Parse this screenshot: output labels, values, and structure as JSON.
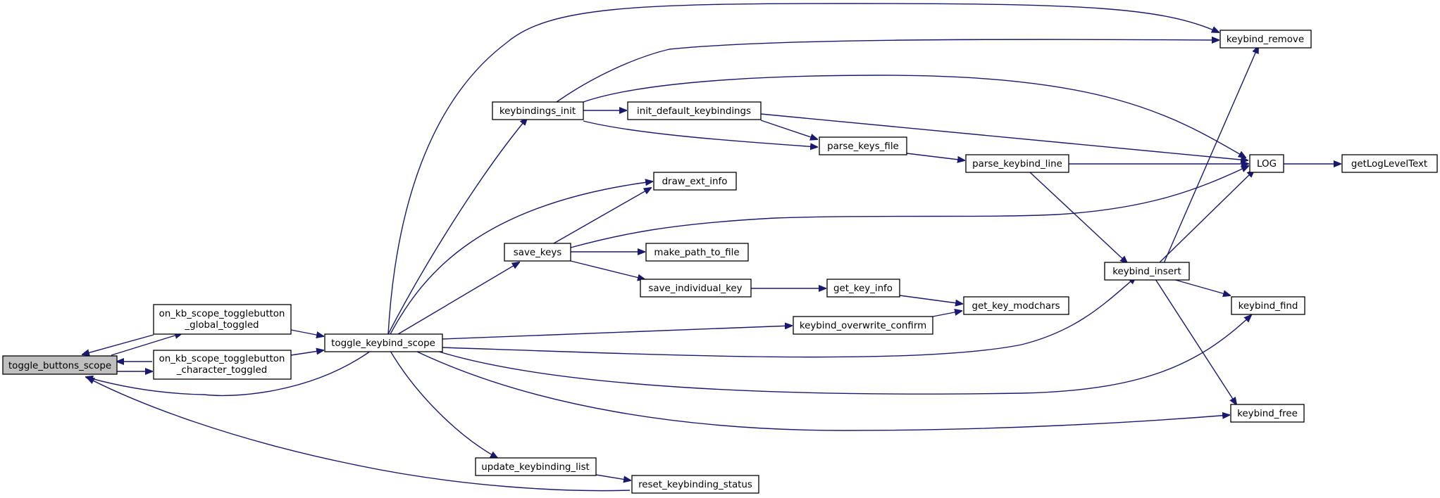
{
  "nodes": {
    "toggle_buttons_scope": "toggle_buttons_scope",
    "on_global_1": "on_kb_scope_togglebutton",
    "on_global_2": "_global_toggled",
    "on_character_1": "on_kb_scope_togglebutton",
    "on_character_2": "_character_toggled",
    "toggle_keybind_scope": "toggle_keybind_scope",
    "keybindings_init": "keybindings_init",
    "init_default_keybindings": "init_default_keybindings",
    "parse_keys_file": "parse_keys_file",
    "parse_keybind_line": "parse_keybind_line",
    "draw_ext_info": "draw_ext_info",
    "save_keys": "save_keys",
    "make_path_to_file": "make_path_to_file",
    "save_individual_key": "save_individual_key",
    "get_key_info": "get_key_info",
    "get_key_modchars": "get_key_modchars",
    "keybind_overwrite_confirm": "keybind_overwrite_confirm",
    "update_keybinding_list": "update_keybinding_list",
    "reset_keybinding_status": "reset_keybinding_status",
    "keybind_remove": "keybind_remove",
    "LOG": "LOG",
    "getLogLevelText": "getLogLevelText",
    "keybind_insert": "keybind_insert",
    "keybind_find": "keybind_find",
    "keybind_free": "keybind_free"
  },
  "colors": {
    "edge": "#191970",
    "root_fill": "#bfbfbf",
    "node_fill": "#ffffff",
    "node_border": "#000000"
  }
}
